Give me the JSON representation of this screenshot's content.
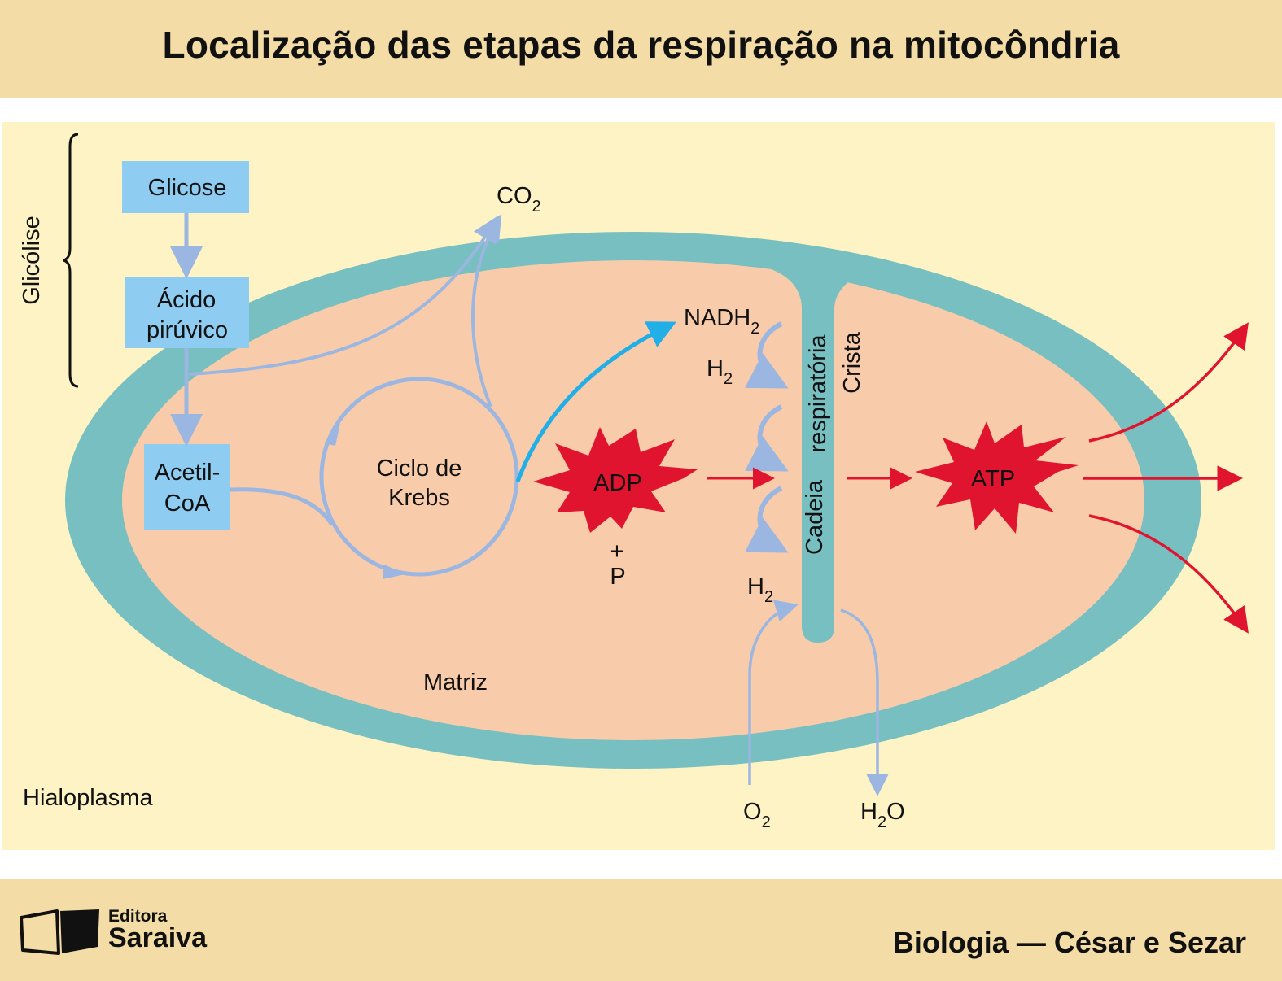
{
  "header": {
    "title": "Localização das etapas da respiração na mitocôndria"
  },
  "labels": {
    "glicolise": "Glicólise",
    "glicose": "Glicose",
    "acido_1": "Ácido",
    "acido_2": "pirúvico",
    "acetil_1": "Acetil-",
    "acetil_2": "CoA",
    "co2_main": "CO",
    "co2_sub": "2",
    "krebs_1": "Ciclo de",
    "krebs_2": "Krebs",
    "nadh_main": "NADH",
    "nadh_sub": "2",
    "h2_top_main": "H",
    "h2_top_sub": "2",
    "h2_bottom_main": "H",
    "h2_bottom_sub": "2",
    "adp": "ADP",
    "plus": "+",
    "p": "P",
    "atp": "ATP",
    "cadeia": "Cadeia",
    "respiratoria": "respiratória",
    "crista": "Crista",
    "matriz": "Matriz",
    "hialoplasma": "Hialoplasma",
    "o2_main": "O",
    "o2_sub": "2",
    "h2o_h": "H",
    "h2o_sub": "2",
    "h2o_o": "O"
  },
  "footer": {
    "publisher_line1": "Editora",
    "publisher_line2": "Saraiva",
    "credit": "Biologia — César e Sezar"
  },
  "colors": {
    "header_band": "#f3dca6",
    "cytoplasm": "#fdf3c4",
    "membrane": "#77bfc0",
    "matrix": "#f8ccaa",
    "box_fill": "#8fccf2",
    "flow_arrow": "#9bb6e1",
    "nadh_arrow": "#22aee6",
    "energy_red": "#e1142f"
  }
}
